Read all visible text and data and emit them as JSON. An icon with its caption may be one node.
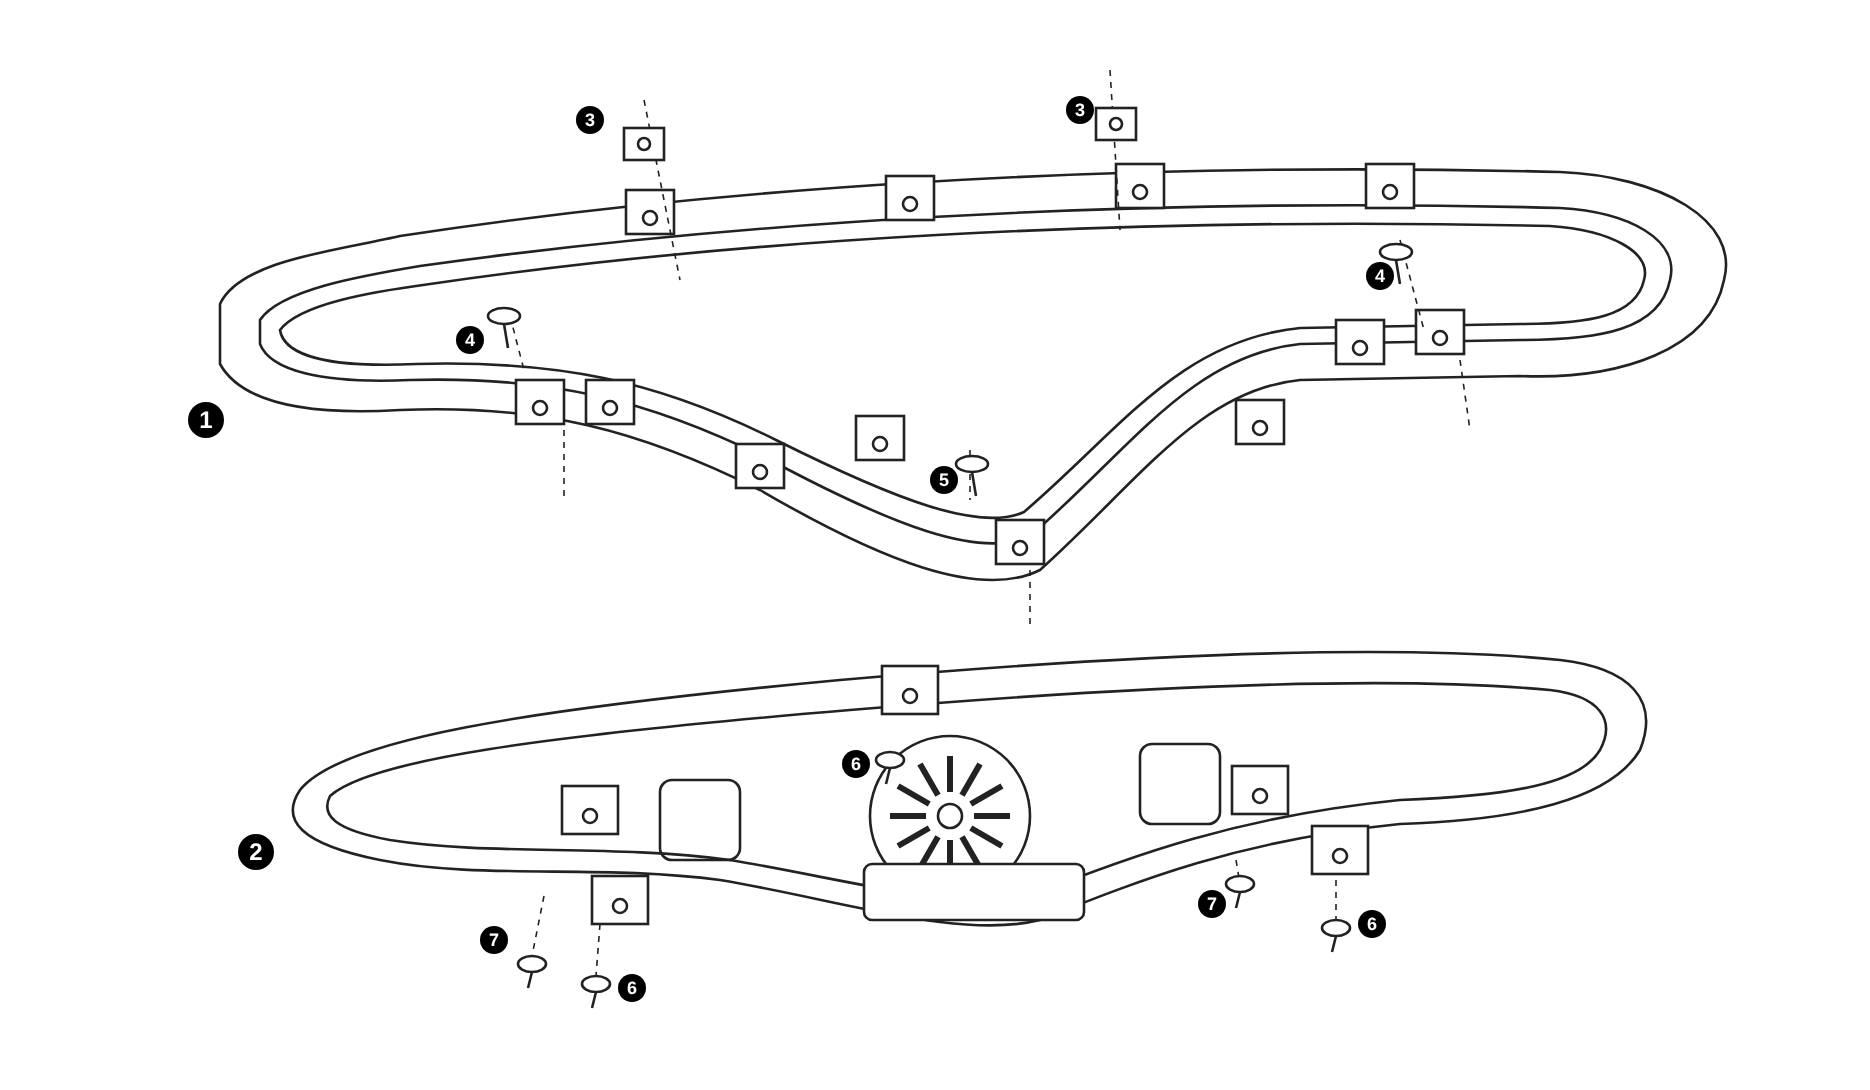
{
  "diagram": {
    "labels": [
      "3",
      "3",
      "4",
      "4",
      "1",
      "5",
      "6",
      "2",
      "7",
      "6",
      "7",
      "6"
    ]
  }
}
